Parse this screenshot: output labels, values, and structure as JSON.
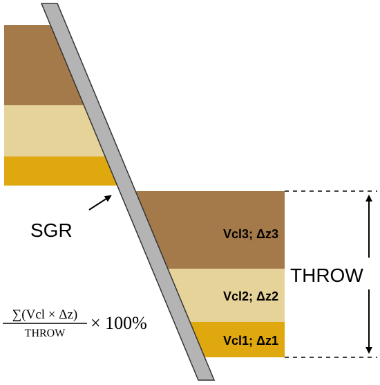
{
  "labels": {
    "sgr": "SGR",
    "throw": "THROW",
    "layer3": "Vcl3; Δz3",
    "layer2": "Vcl2; Δz2",
    "layer1": "Vcl1; Δz1"
  },
  "formula": {
    "numerator": "∑(Vcl × Δz)",
    "denominator": "THROW",
    "suffix": "× 100%"
  },
  "colors": {
    "layer_brown": "#A57A4A",
    "layer_tan": "#E6D39A",
    "layer_gold": "#DEA80E",
    "fault": "#B4B4B4",
    "outline": "#333333"
  }
}
